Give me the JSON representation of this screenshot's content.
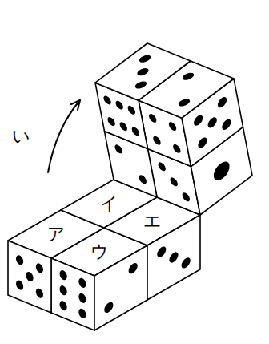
{
  "diagram": {
    "labels": [
      "い",
      "ア",
      "イ",
      "ウ",
      "エ"
    ]
  }
}
